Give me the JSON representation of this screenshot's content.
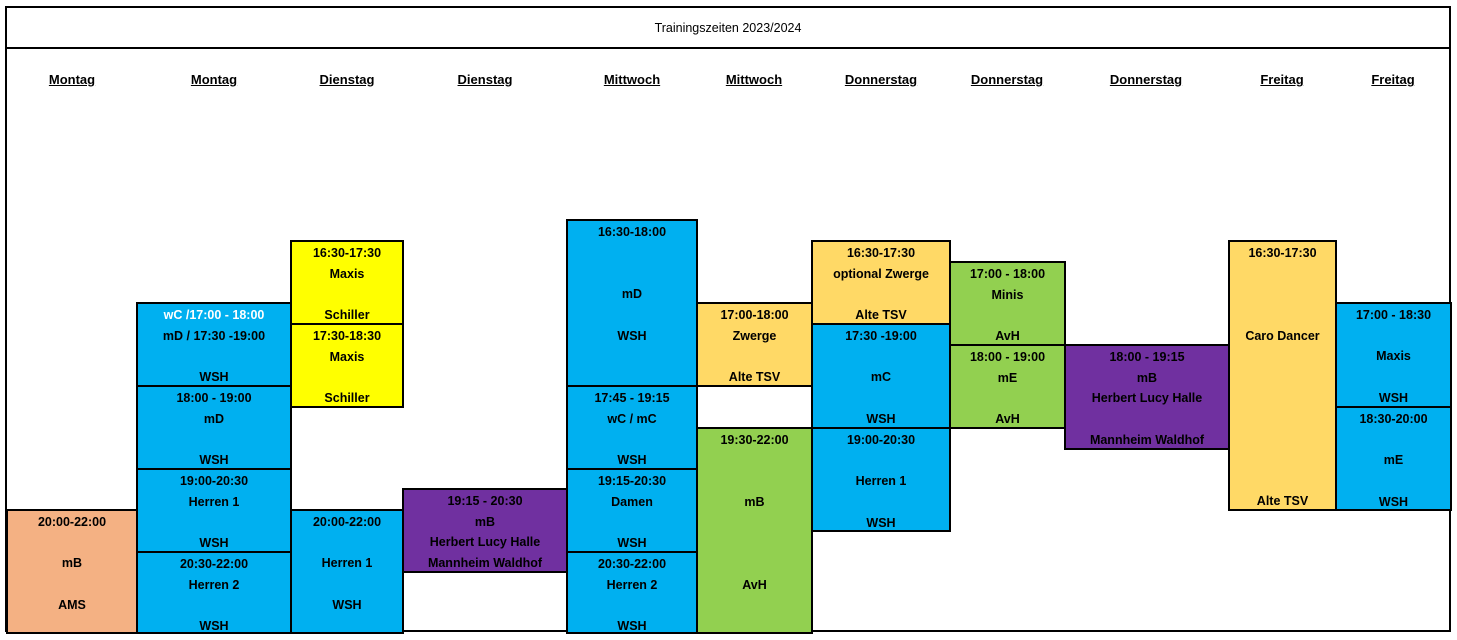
{
  "title": "Trainingszeiten 2023/2024",
  "days": [
    "Montag",
    "Montag",
    "Dienstag",
    "Dienstag",
    "Mittwoch",
    "Mittwoch",
    "Donnerstag",
    "Donnerstag",
    "Donnerstag",
    "Freitag",
    "Freitag"
  ],
  "colors": {
    "blue": "#00b0f0",
    "yellow": "#ffff00",
    "orange_light": "#ffd966",
    "green": "#92d050",
    "purple": "#7030a0",
    "salmon": "#f4b183"
  },
  "blocks": [
    {
      "day": "Montag",
      "color": "salmon",
      "lines": [
        "20:00-22:00",
        "",
        "mB",
        "",
        "AMS"
      ]
    },
    {
      "day": "Montag",
      "color": "blue",
      "lines": [
        "wC /17:00 - 18:00",
        "mD / 17:30 -19:00",
        "",
        "WSH"
      ]
    },
    {
      "day": "Montag",
      "color": "blue",
      "lines": [
        "18:00 - 19:00",
        "mD",
        "",
        "WSH"
      ]
    },
    {
      "day": "Montag",
      "color": "blue",
      "lines": [
        "19:00-20:30",
        "Herren 1",
        "",
        "WSH"
      ]
    },
    {
      "day": "Montag",
      "color": "blue",
      "lines": [
        "20:30-22:00",
        "Herren 2",
        "",
        "WSH"
      ]
    },
    {
      "day": "Dienstag",
      "color": "yellow",
      "lines": [
        "16:30-17:30",
        "Maxis",
        "",
        "Schiller"
      ]
    },
    {
      "day": "Dienstag",
      "color": "yellow",
      "lines": [
        "17:30-18:30",
        "Maxis",
        "",
        "Schiller"
      ]
    },
    {
      "day": "Dienstag",
      "color": "blue",
      "lines": [
        "20:00-22:00",
        "",
        "Herren 1",
        "",
        "WSH"
      ]
    },
    {
      "day": "Dienstag",
      "color": "purple",
      "lines": [
        "19:15 - 20:30",
        "mB",
        "Herbert Lucy Halle",
        "Mannheim Waldhof"
      ]
    },
    {
      "day": "Mittwoch",
      "color": "blue",
      "lines": [
        "16:30-18:00",
        "",
        "",
        "mD",
        "",
        "WSH"
      ]
    },
    {
      "day": "Mittwoch",
      "color": "blue",
      "lines": [
        "17:45 - 19:15",
        "wC / mC",
        "",
        "WSH"
      ]
    },
    {
      "day": "Mittwoch",
      "color": "blue",
      "lines": [
        "19:15-20:30",
        "Damen",
        "",
        "WSH"
      ]
    },
    {
      "day": "Mittwoch",
      "color": "blue",
      "lines": [
        "20:30-22:00",
        "Herren 2",
        "",
        "WSH"
      ]
    },
    {
      "day": "Mittwoch",
      "color": "orange_light",
      "lines": [
        "17:00-18:00",
        "Zwerge",
        "",
        "Alte TSV"
      ]
    },
    {
      "day": "Mittwoch",
      "color": "green",
      "lines": [
        "19:30-22:00",
        "",
        "",
        "mB",
        "",
        "",
        "",
        "AvH"
      ]
    },
    {
      "day": "Donnerstag",
      "color": "orange_light",
      "lines": [
        "16:30-17:30",
        "optional Zwerge",
        "",
        "Alte TSV"
      ]
    },
    {
      "day": "Donnerstag",
      "color": "blue",
      "lines": [
        "17:30 -19:00",
        "",
        "mC",
        "",
        "WSH"
      ]
    },
    {
      "day": "Donnerstag",
      "color": "blue",
      "lines": [
        "19:00-20:30",
        "",
        "Herren 1",
        "",
        "WSH"
      ]
    },
    {
      "day": "Donnerstag",
      "color": "green",
      "lines": [
        "17:00 - 18:00",
        "Minis",
        "",
        "AvH"
      ]
    },
    {
      "day": "Donnerstag",
      "color": "green",
      "lines": [
        "18:00 - 19:00",
        "mE",
        "",
        "AvH"
      ]
    },
    {
      "day": "Donnerstag",
      "color": "purple",
      "lines": [
        "18:00 - 19:15",
        "mB",
        "Herbert Lucy Halle",
        "",
        "Mannheim Waldhof"
      ]
    },
    {
      "day": "Freitag",
      "color": "orange_light",
      "lines": [
        "16:30-17:30",
        "",
        "",
        "",
        "Caro Dancer",
        "",
        "",
        "",
        "",
        "",
        "",
        "",
        "Alte TSV"
      ]
    },
    {
      "day": "Freitag",
      "color": "blue",
      "lines": [
        "17:00 - 18:30",
        "",
        "Maxis",
        "",
        "WSH"
      ]
    },
    {
      "day": "Freitag",
      "color": "blue",
      "lines": [
        "18:30-20:00",
        "",
        "mE",
        "",
        "WSH"
      ]
    }
  ]
}
